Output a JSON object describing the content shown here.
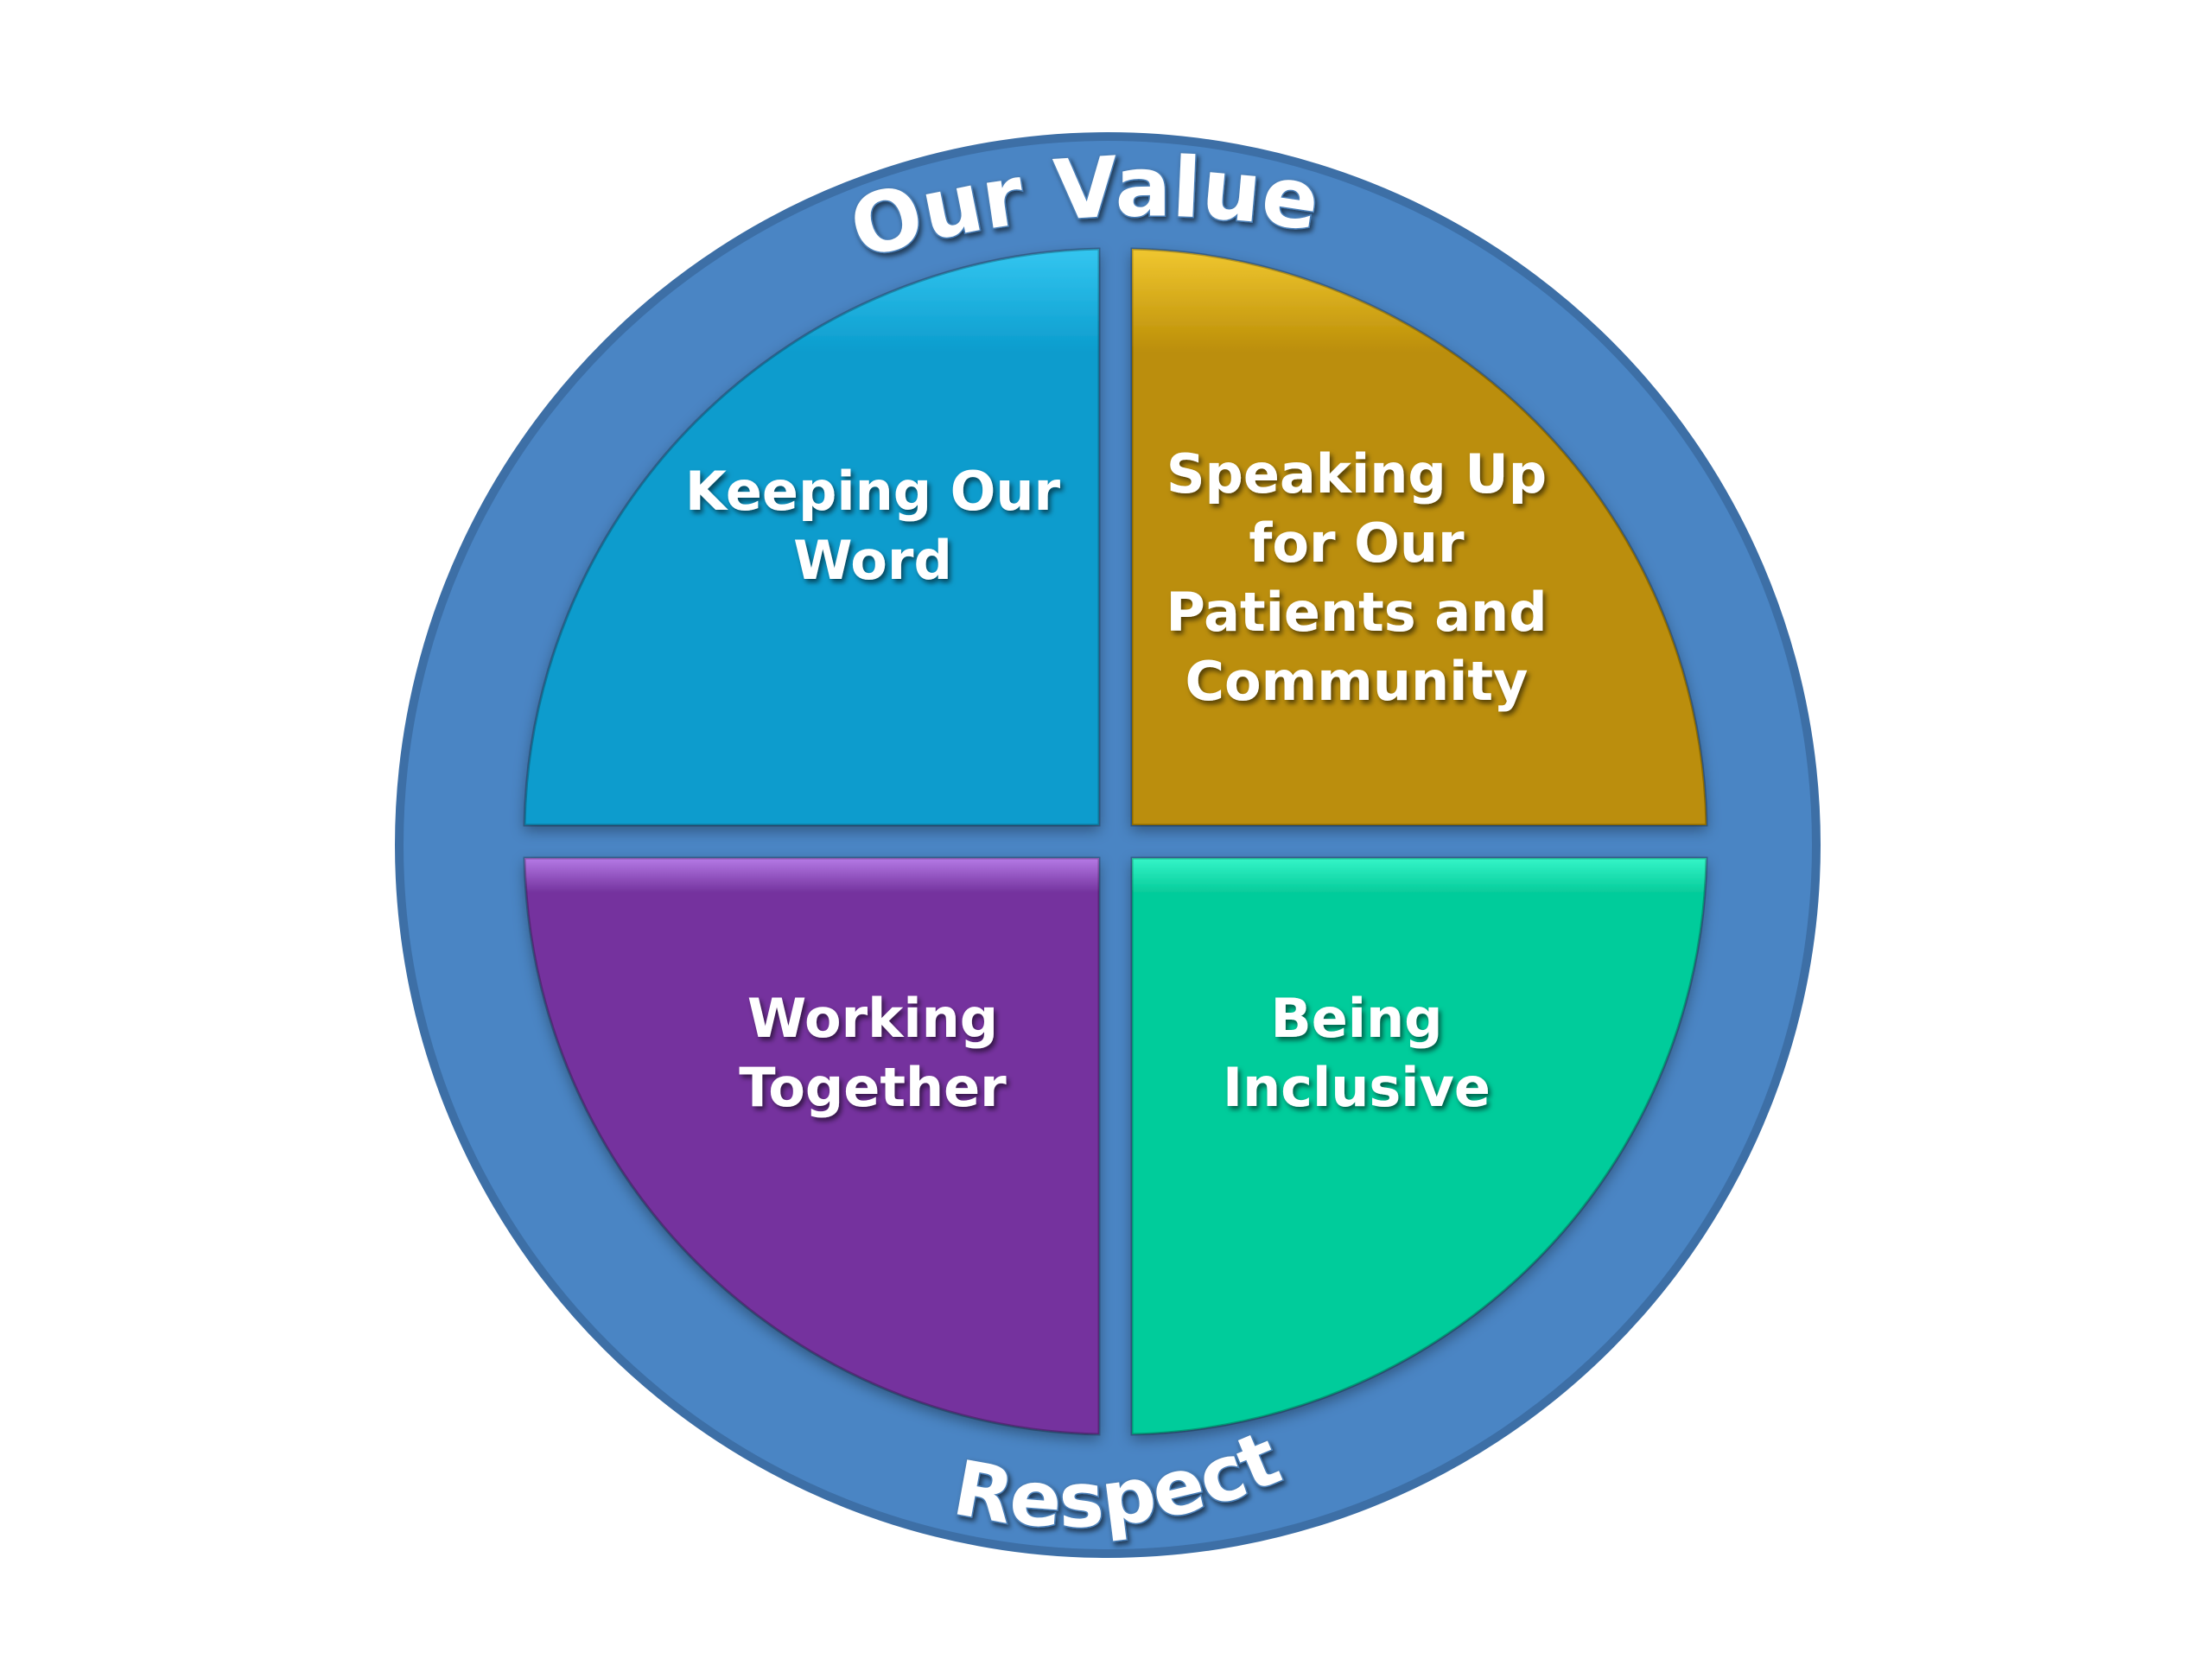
{
  "diagram": {
    "title": "Our Values",
    "ring_label": "Respect",
    "colors": {
      "ring": "#4a85c4",
      "ring_edge": "#3d6fa6",
      "inner_bg": "#5a7fae"
    },
    "quadrants": [
      {
        "id": "keeping-our-word",
        "lines": [
          "Keeping Our",
          "Word"
        ],
        "color": "#0b9ccd",
        "highlight": "#34c6f0"
      },
      {
        "id": "speaking-up",
        "lines": [
          "Speaking Up",
          "for Our",
          "Patients and",
          "Community"
        ],
        "color": "#bb8e07",
        "highlight": "#f0c730"
      },
      {
        "id": "working-together",
        "lines": [
          "Working",
          "Together"
        ],
        "color": "#74339e",
        "highlight": "#b57ae6"
      },
      {
        "id": "being-inclusive",
        "lines": [
          "Being",
          "Inclusive"
        ],
        "color": "#06cc9b",
        "highlight": "#35f5c8"
      }
    ]
  }
}
